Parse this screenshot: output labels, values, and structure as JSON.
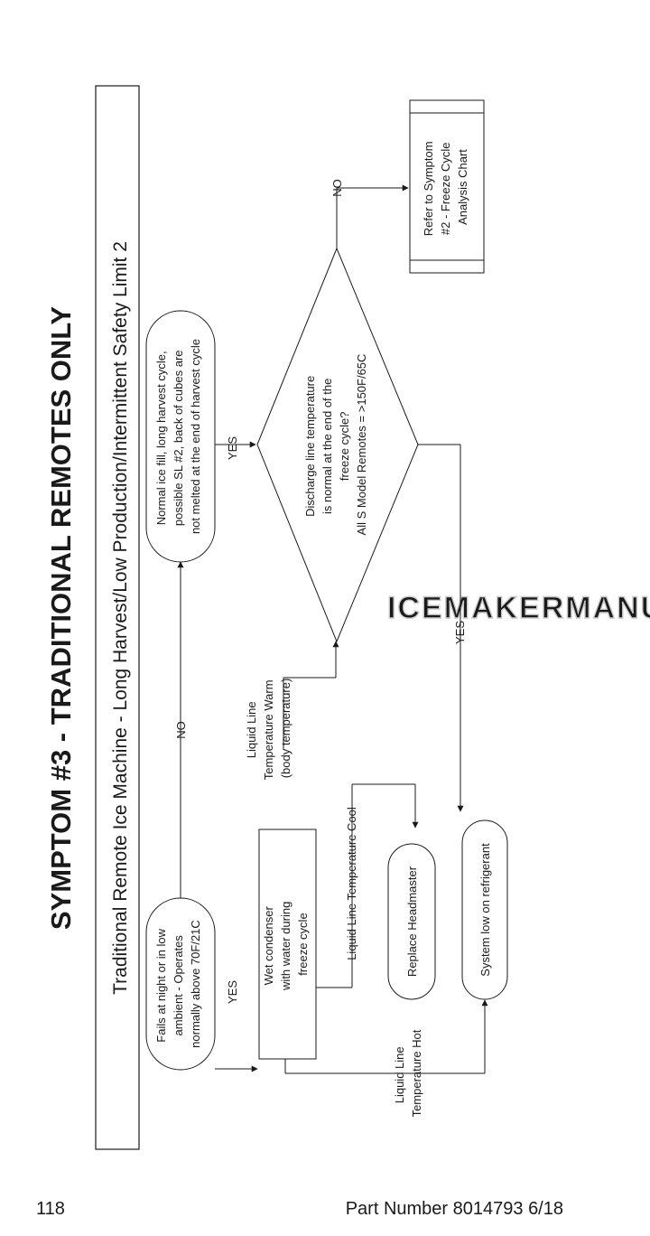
{
  "page": {
    "title": "SYMPTOM #3 - TRADITIONAL REMOTES ONLY",
    "subtitle": "Traditional Remote Ice Machine - Long Harvest/Low Production/Intermittent Safety Limit 2",
    "watermark": "ICEMAKERMANUALS.COM",
    "page_number": "118",
    "part_number": "Part Number 8014793 6/18"
  },
  "nodes": {
    "start": [
      "Fails at night or in low",
      "ambient - Operates",
      "normally above 70F/21C"
    ],
    "normal_ice": [
      "Normal ice fill, long harvest cycle,",
      "possible SL #2, back of cubes are",
      "not melted at the end of harvest cycle"
    ],
    "wet_condenser": [
      "Wet condenser",
      "with water during",
      "freeze cycle"
    ],
    "discharge": [
      "Discharge line temperature",
      "is normal at the end of the",
      "freeze cycle?",
      "All S Model Remotes = >150F/65C"
    ],
    "refer": [
      "Refer to Symptom",
      "#2 - Freeze Cycle",
      "Analysis Chart"
    ],
    "headmaster": [
      "Replace Headmaster"
    ],
    "low_refrigerant": [
      "System low on refrigerant"
    ]
  },
  "labels": {
    "yes": "YES",
    "no": "NO",
    "liquid_warm": [
      "Liquid Line",
      "Temperature Warm",
      "(body temperature)"
    ],
    "liquid_cool": [
      "Liquid Line Temperature Cool"
    ],
    "liquid_hot": [
      "Liquid Line",
      "Temperature Hot"
    ]
  },
  "colors": {
    "ink": "#1a1a1a",
    "watermark": "#c8c8c8"
  }
}
